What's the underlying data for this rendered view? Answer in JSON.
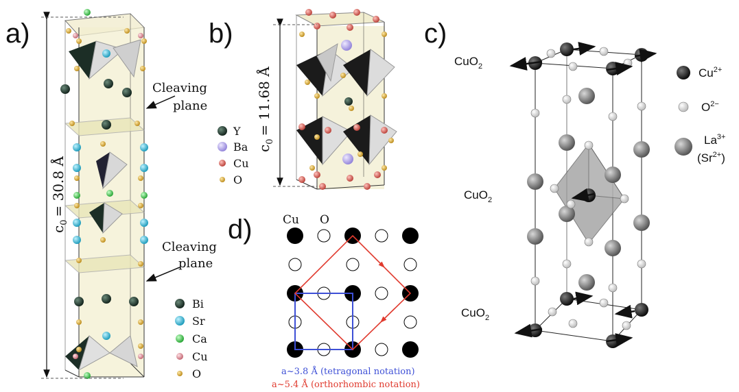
{
  "panel_a": {
    "letter": "a)",
    "c0_label": "c",
    "c0_sub": "0",
    "c0_value": "= 30.8 Å",
    "cleaving_top": [
      "Cleaving",
      "plane"
    ],
    "cleaving_bottom": [
      "Cleaving",
      "plane"
    ],
    "legend": [
      {
        "label": "Bi",
        "color": "#1f3a2e"
      },
      {
        "label": "Sr",
        "color": "#2fc3e0"
      },
      {
        "label": "Ca",
        "color": "#3ccf4a"
      },
      {
        "label": "Cu",
        "color": "#e0909a"
      },
      {
        "label": "O",
        "color": "#d9a838"
      }
    ]
  },
  "panel_b": {
    "letter": "b)",
    "c0_label": "c",
    "c0_sub": "0",
    "c0_value": "= 11.68 Å",
    "legend": [
      {
        "label": "Y",
        "color": "#1f3a2e"
      },
      {
        "label": "Ba",
        "color": "#b4a8ea"
      },
      {
        "label": "Cu",
        "color": "#d9574e"
      },
      {
        "label": "O",
        "color": "#d9a838"
      }
    ]
  },
  "panel_c": {
    "letter": "c)",
    "layer_labels": [
      {
        "main": "CuO",
        "sub": "2"
      },
      {
        "main": "CuO",
        "sub": "2"
      },
      {
        "main": "CuO",
        "sub": "2"
      }
    ],
    "legend": [
      {
        "label": "Cu",
        "sup": "2+",
        "color": "#1b1b1b"
      },
      {
        "label": "O",
        "sup": "2−",
        "color": "#ffffff"
      },
      {
        "label": "La",
        "sup": "3+",
        "extra": "(Sr",
        "extra_sup": "2+",
        "extra_close": ")",
        "color": "#8a8a8a"
      }
    ]
  },
  "panel_d": {
    "letter": "d)",
    "col_labels": [
      "Cu",
      "O"
    ],
    "caption_tetragonal": "a~3.8 Å (tetragonal notation)",
    "caption_orthorhombic": "a~5.4 Å (orthorhombic notation)",
    "colors": {
      "tetragonal": "#3d4fd6",
      "orthorhombic": "#e03a2e"
    }
  }
}
